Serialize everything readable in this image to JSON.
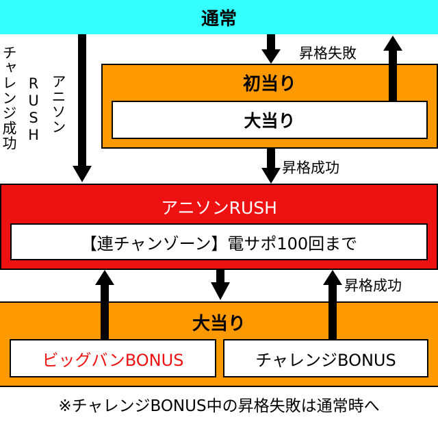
{
  "top_bar": {
    "label": "通常"
  },
  "hatsu": {
    "title": "初当り",
    "inner": "大当り"
  },
  "rush": {
    "title": "アニソンRUSH",
    "inner": "【連チャンゾーン】電サポ100回まで"
  },
  "big_hit": {
    "title": "大当り",
    "bigbang": "ビッグバンBONUS",
    "challenge": "チャレンジBONUS"
  },
  "left_labels": {
    "challenge_success": "チャレンジ成功",
    "rush": "RUSH",
    "anison": "アニソン"
  },
  "arrow_labels": {
    "promotion_fail": "昇格失敗",
    "promotion_success_1": "昇格成功",
    "promotion_success_2": "昇格成功"
  },
  "footnote": "※チャレンジBONUS中の昇格失敗は通常時へ",
  "colors": {
    "cyan": "#33ffff",
    "orange": "#ff9900",
    "red": "#ee1111",
    "black": "#000000"
  }
}
